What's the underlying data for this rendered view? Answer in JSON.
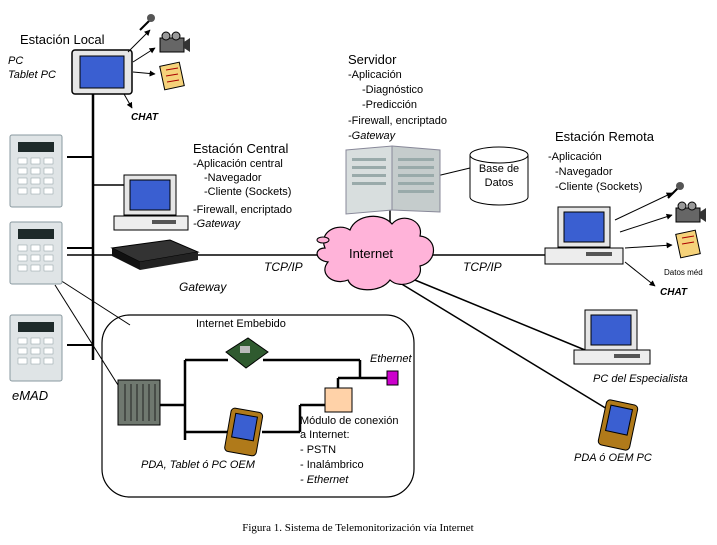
{
  "local_station": {
    "title": "Estación Local",
    "device_line1": "PC",
    "device_line2": "Tablet PC",
    "chat": "CHAT"
  },
  "central_station": {
    "title": "Estación Central",
    "lines": [
      "-Aplicación central",
      "-Navegador",
      "-Cliente (Sockets)",
      "-Firewall, encriptado",
      "-Gateway"
    ],
    "gateway_label": "Gateway"
  },
  "server": {
    "title": "Servidor",
    "lines": [
      "-Aplicación",
      "-Diagnóstico",
      "-Predicción",
      "-Firewall, encriptado",
      "-Gateway"
    ],
    "db_line1": "Base de",
    "db_line2": "Datos"
  },
  "remote_station": {
    "title": "Estación Remota",
    "lines": [
      "-Aplicación",
      "-Navegador",
      "-Cliente (Sockets)"
    ],
    "datos_label": "Datos méd",
    "chat": "CHAT"
  },
  "network": {
    "internet": "Internet",
    "tcpip_left": "TCP/IP",
    "tcpip_right": "TCP/IP"
  },
  "emad": {
    "label": "eMAD"
  },
  "embedded": {
    "title": "Internet Embebido",
    "ethernet": "Ethernet",
    "pda_label": "PDA, Tablet ó PC OEM",
    "module_lines": [
      "Módulo de conexión",
      "a Internet:",
      "- PSTN",
      "- Inalámbrico",
      "- Ethernet"
    ]
  },
  "specialist": {
    "label": "PC del Especialista"
  },
  "pda_remote": {
    "label": "PDA ó OEM PC"
  },
  "caption": "Figura 1. Sistema de Telemonitorización vía Internet"
}
